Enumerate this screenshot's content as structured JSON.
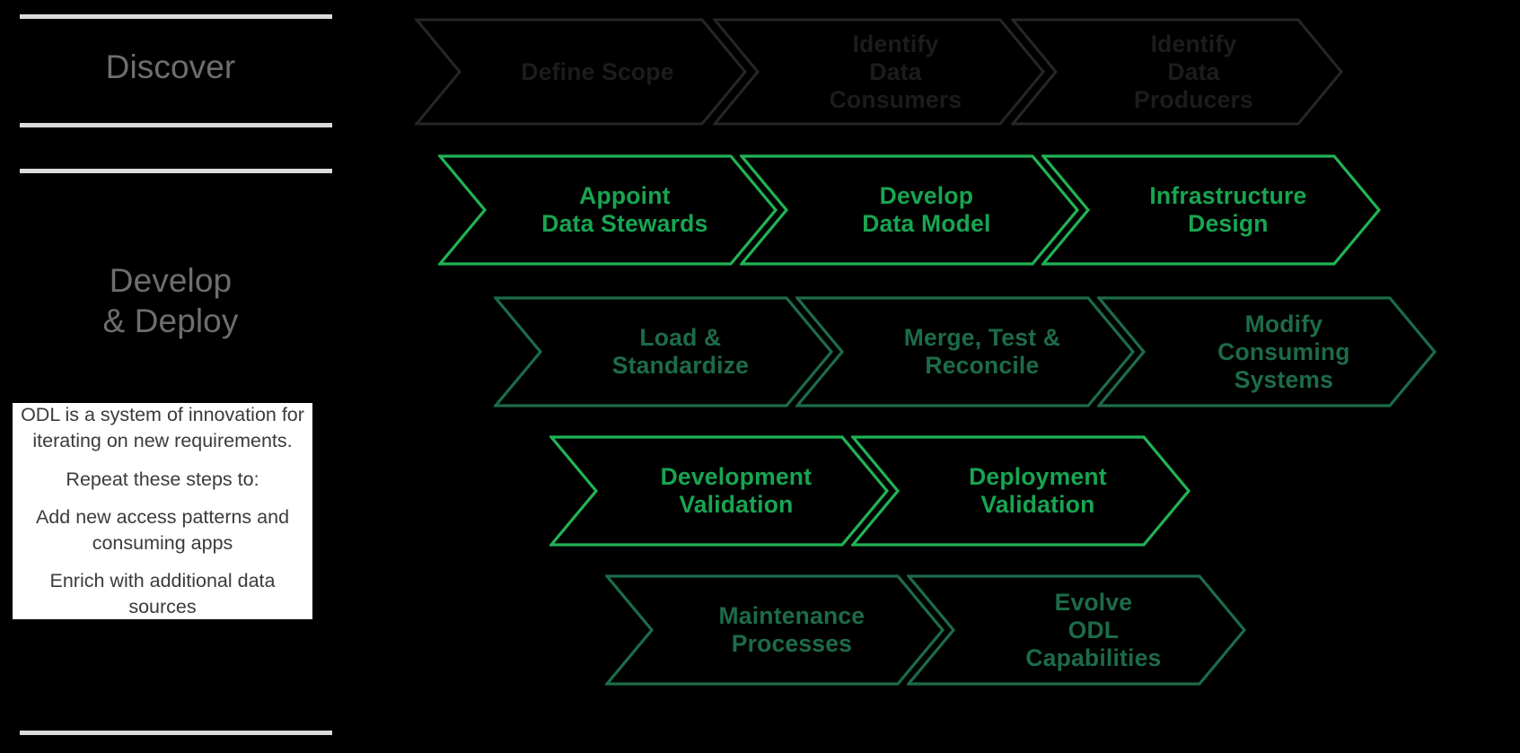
{
  "colors": {
    "background": "#000000",
    "rule": "#dcdcdc",
    "phase_label": "#6e6e6e",
    "callout_bg": "#ffffff",
    "callout_text": "#3b3b3b",
    "stage_dark": "#1c1c1c",
    "stage_bright_green": "#18a551",
    "stage_muted_green": "#1d6b49"
  },
  "sidebar": {
    "phases": [
      {
        "label": "Discover"
      },
      {
        "label": "Develop\n& Deploy"
      }
    ],
    "callout": {
      "lines": [
        "ODL is a system of innovation for iterating on new requirements.",
        "Repeat these steps to:",
        "Add new access patterns and consuming apps",
        "Enrich with additional data sources"
      ]
    }
  },
  "flow": {
    "rows": [
      {
        "name": "discover-stages",
        "tone": "dark",
        "stages": [
          {
            "label": "Define Scope"
          },
          {
            "label": "Identify\nData\nConsumers"
          },
          {
            "label": "Identify\nData\nProducers"
          }
        ]
      },
      {
        "name": "build-foundation-stages",
        "tone": "bright",
        "stages": [
          {
            "label": "Appoint\nData Stewards"
          },
          {
            "label": "Develop\nData Model"
          },
          {
            "label": "Infrastructure\nDesign"
          }
        ]
      },
      {
        "name": "integration-stages",
        "tone": "muted",
        "stages": [
          {
            "label": "Load &\nStandardize"
          },
          {
            "label": "Merge, Test &\nReconcile"
          },
          {
            "label": "Modify\nConsuming\nSystems"
          }
        ]
      },
      {
        "name": "validation-stages",
        "tone": "bright",
        "stages": [
          {
            "label": "Development\nValidation"
          },
          {
            "label": "Deployment\nValidation"
          }
        ]
      },
      {
        "name": "operate-stages",
        "tone": "muted",
        "stages": [
          {
            "label": "Maintenance\nProcesses"
          },
          {
            "label": "Evolve\nODL\nCapabilities"
          }
        ]
      }
    ]
  }
}
